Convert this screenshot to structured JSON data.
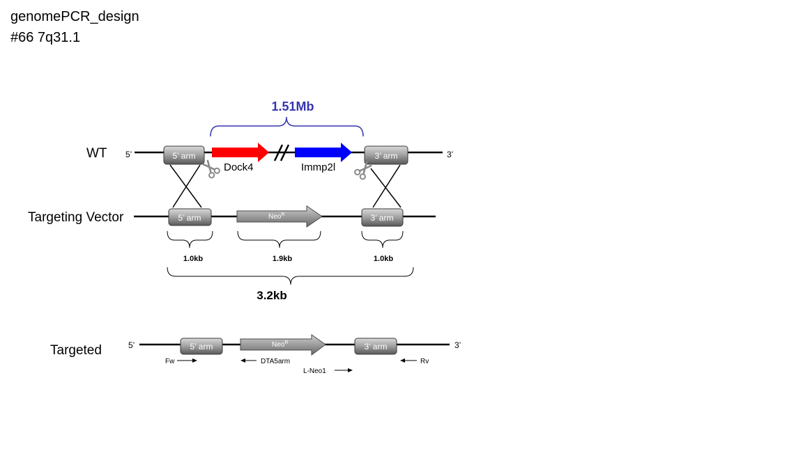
{
  "header": {
    "title": "genomePCR_design",
    "subtitle": "#66 7q31.1"
  },
  "deletion": {
    "size_label": "1.51Mb"
  },
  "wt": {
    "label": "WT",
    "five_prime": "5’",
    "three_prime": "3’",
    "arm5": "5’ arm",
    "arm3": "3’ arm",
    "gene1": "Dock4",
    "gene2": "Immp2l"
  },
  "vector": {
    "label": "Targeting Vector",
    "arm5": "5’ arm",
    "neo": "Neo",
    "neo_sup": "R",
    "arm3": "3’ arm",
    "size_arm5": "1.0kb",
    "size_neo": "1.9kb",
    "size_arm3": "1.0kb",
    "size_total": "3.2kb"
  },
  "targeted": {
    "label": "Targeted",
    "five_prime": "5’",
    "three_prime": "3’",
    "arm5": "5’ arm",
    "neo": "Neo",
    "neo_sup": "R",
    "arm3": "3’ arm"
  },
  "primers": {
    "fw": "Fw",
    "dta5arm": "DTA5arm",
    "lneo1": "L-Neo1",
    "rv": "Rv"
  },
  "colors": {
    "dock4_arrow": "#ff0000",
    "immp2l_arrow": "#0000ff",
    "deletion_bracket": "#3535b0"
  },
  "icons": {
    "cut_site": "scissors-icon"
  }
}
